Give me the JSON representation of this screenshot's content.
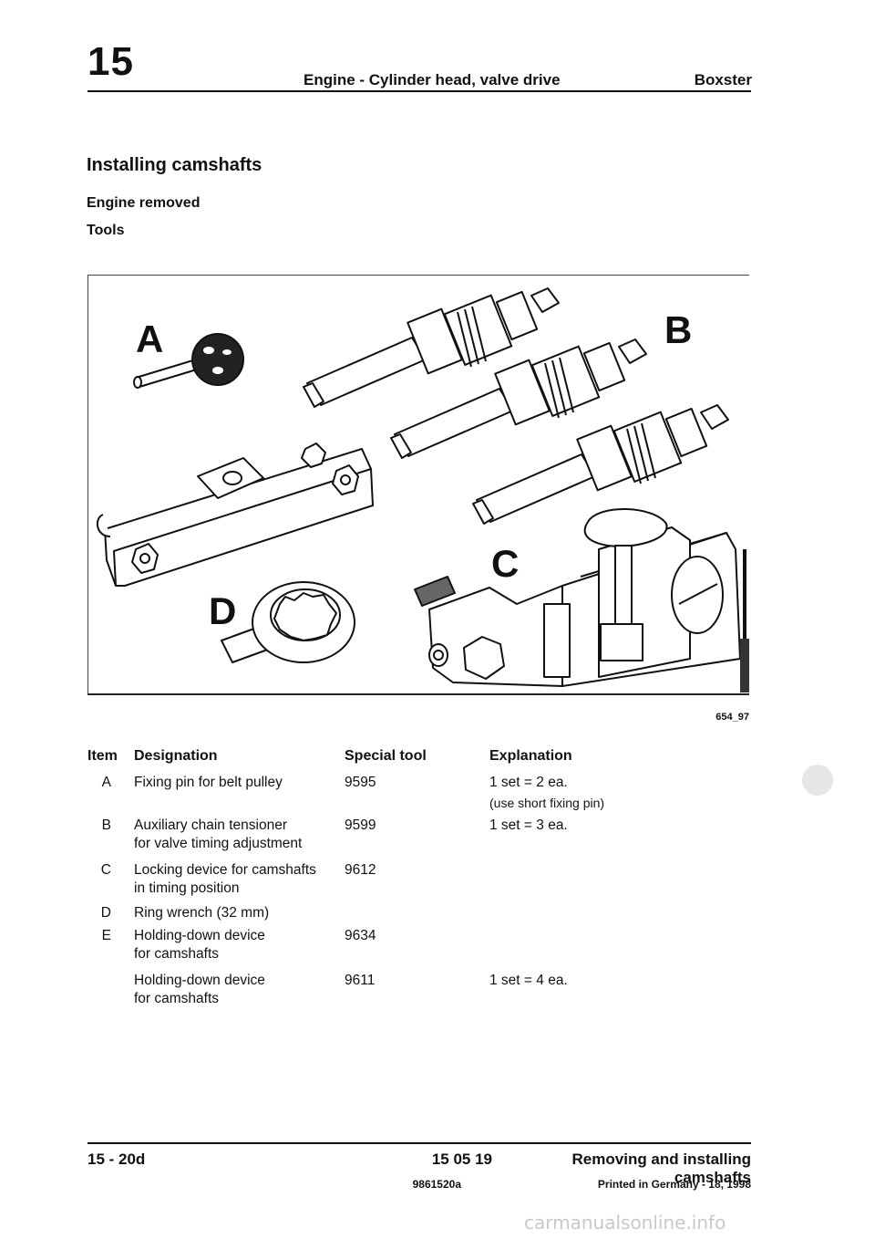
{
  "header": {
    "chapter": "15",
    "title": "Engine - Cylinder head, valve drive",
    "model": "Boxster"
  },
  "section": {
    "title": "Installing camshafts",
    "prereq": "Engine removed",
    "tools_label": "Tools"
  },
  "figure": {
    "code": "654_97",
    "labels": {
      "a": "A",
      "b": "B",
      "c": "C",
      "d": "D"
    }
  },
  "table": {
    "headers": {
      "item": "Item",
      "designation": "Designation",
      "special_tool": "Special tool",
      "explanation": "Explanation"
    },
    "rows": [
      {
        "item": "A",
        "designation": [
          "Fixing pin for belt pulley"
        ],
        "tool": "9595",
        "explanation": [
          "1 set = 2 ea.",
          "(use short fixing pin)"
        ]
      },
      {
        "item": "B",
        "designation": [
          "Auxiliary chain tensioner",
          "for valve timing adjustment"
        ],
        "tool": "9599",
        "explanation": [
          "1 set = 3 ea."
        ]
      },
      {
        "item": "C",
        "designation": [
          "Locking device for camshafts",
          "in timing position"
        ],
        "tool": "9612",
        "explanation": []
      },
      {
        "item": "D",
        "designation": [
          "Ring wrench (32 mm)"
        ],
        "tool": "",
        "explanation": []
      },
      {
        "item": "E",
        "designation": [
          "Holding-down device",
          "for camshafts"
        ],
        "tool": "9634",
        "explanation": []
      },
      {
        "item": "",
        "designation": [
          "Holding-down device",
          "for camshafts"
        ],
        "tool": "9611",
        "explanation": [
          "1 set = 4 ea."
        ]
      }
    ]
  },
  "footer": {
    "page": "15 - 20d",
    "code": "15 05 19",
    "section": "Removing and installing camshafts",
    "part_number": "9861520a",
    "printed": "Printed in Germany - 18, 1998"
  },
  "watermark": "carmanualsonline.info"
}
